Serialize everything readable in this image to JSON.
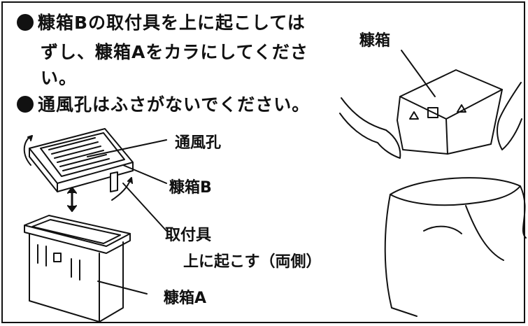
{
  "instructions": {
    "bullet1_line1": "糠箱Bの取付具を上に起こしては",
    "bullet1_line2": "ずし、糠箱Aをカラにしてくださ",
    "bullet1_line3": "い。",
    "bullet2": "通風孔はふさがないでください。"
  },
  "labels": {
    "top_right_bin": "糠箱",
    "vent_hole": "通風孔",
    "bin_b": "糠箱B",
    "fixture": "取付具",
    "fixture_note": "上に起こす（両側）",
    "bin_a": "糠箱A"
  }
}
